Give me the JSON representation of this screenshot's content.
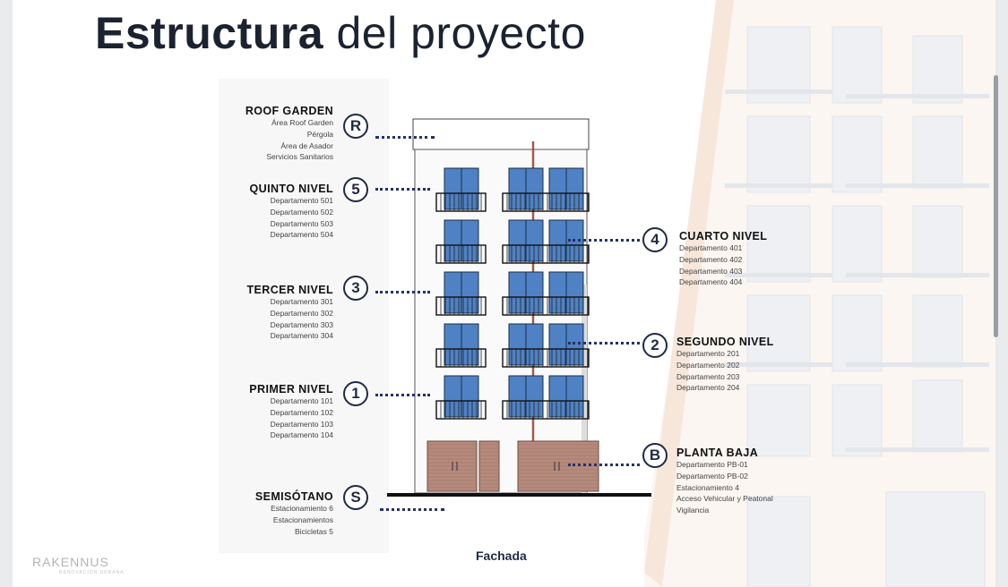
{
  "title": {
    "strong": "Estructura",
    "light": "del proyecto"
  },
  "caption": "Fachada",
  "brand": {
    "name": "RAKENNUS",
    "tagline": "RENOVACIÓN URBANA"
  },
  "colors": {
    "navy": "#1f2a44",
    "window_blue": "#4f82c4",
    "door_brown": "#b58a7d",
    "dots": "#26306b"
  },
  "levels": {
    "roof": {
      "badge": "R",
      "name": "ROOF GARDEN",
      "items": [
        "Área Roof Garden",
        "Pérgola",
        "Área de Asador",
        "Servicios Sanitarios"
      ]
    },
    "quinto": {
      "badge": "5",
      "name": "QUINTO NIVEL",
      "items": [
        "Departamento 501",
        "Departamento 502",
        "Departamento 503",
        "Departamento 504"
      ]
    },
    "tercer": {
      "badge": "3",
      "name": "TERCER NIVEL",
      "items": [
        "Departamento 301",
        "Departamento 302",
        "Departamento 303",
        "Departamento 304"
      ]
    },
    "primer": {
      "badge": "1",
      "name": "PRIMER NIVEL",
      "items": [
        "Departamento 101",
        "Departamento 102",
        "Departamento 103",
        "Departamento 104"
      ]
    },
    "semi": {
      "badge": "S",
      "name": "SEMISÓTANO",
      "items": [
        "Estacionamiento 6",
        "Estacionamientos",
        "Bicicletas 5"
      ]
    },
    "cuarto": {
      "badge": "4",
      "name": "CUARTO NIVEL",
      "items": [
        "Departamento 401",
        "Departamento 402",
        "Departamento 403",
        "Departamento 404"
      ]
    },
    "segundo": {
      "badge": "2",
      "name": "SEGUNDO NIVEL",
      "items": [
        "Departamento 201",
        "Departamento 202",
        "Departamento 203",
        "Departamento 204"
      ]
    },
    "baja": {
      "badge": "B",
      "name": "PLANTA BAJA",
      "items": [
        "Departamento PB-01",
        "Departamento PB-02",
        "Estacionamiento 4",
        "Acceso Vehicular y Peatonal",
        "Vigilancia"
      ]
    }
  }
}
